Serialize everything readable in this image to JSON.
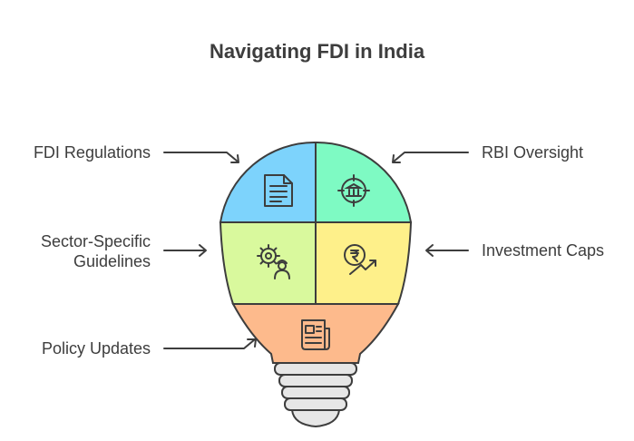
{
  "title": "Navigating FDI in India",
  "labels": {
    "fdi_regulations": "FDI Regulations",
    "rbi_oversight": "RBI Oversight",
    "sector_line1": "Sector-Specific",
    "sector_line2": "Guidelines",
    "investment_caps": "Investment Caps",
    "policy_updates": "Policy Updates"
  },
  "icons": {
    "q1": "document-icon",
    "q2": "bank-target-icon",
    "q3": "gear-worker-icon",
    "q4": "rupee-growth-icon",
    "q5": "newspaper-icon"
  },
  "colors": {
    "blue": "#7dd3fc",
    "green": "#7efac3",
    "lime": "#d9f99d",
    "yellow": "#fef08a",
    "orange": "#fdba8c",
    "outline": "#3d3d3d",
    "base": "#e6e6e6"
  }
}
